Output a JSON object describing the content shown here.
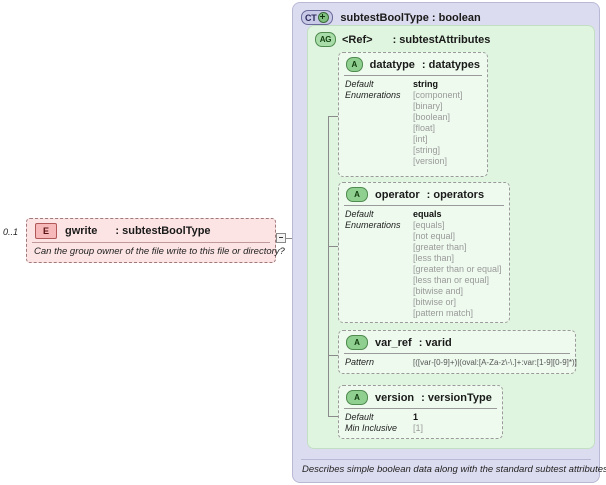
{
  "complex_type": {
    "badge": "CT",
    "badge_icon": "plus-icon",
    "title": "subtestBoolType : boolean",
    "name": "subtestBoolType",
    "base": "boolean",
    "footer_note": "Describes simple boolean data along with the standard subtest attributes."
  },
  "attribute_group": {
    "badge": "AG",
    "ref": "<Ref>",
    "type": ": subtestAttributes"
  },
  "element": {
    "badge": "E",
    "cardinality": "0..1",
    "name": "gwrite",
    "type": ": subtestBoolType",
    "documentation": "Can the group owner of the file write to this file or directory?"
  },
  "attributes": [
    {
      "badge": "A",
      "name": "datatype",
      "type": ": datatypes",
      "facets": [
        {
          "label": "Default",
          "value": "string",
          "kind": "default"
        },
        {
          "label": "Enumerations",
          "value": "[component]",
          "kind": "enum"
        }
      ],
      "enumerations": [
        "[component]",
        "[binary]",
        "[boolean]",
        "[float]",
        "[int]",
        "[string]",
        "[version]"
      ],
      "default": "string"
    },
    {
      "badge": "A",
      "name": "operator",
      "type": ": operators",
      "enumerations": [
        "[equals]",
        "[not equal]",
        "[greater than]",
        "[less than]",
        "[greater than or equal]",
        "[less than or equal]",
        "[bitwise and]",
        "[bitwise or]",
        "[pattern match]"
      ],
      "default": "equals"
    },
    {
      "badge": "A",
      "name": "var_ref",
      "type": ": varid",
      "pattern_label": "Pattern",
      "pattern": "[([var-[0-9]+)|(oval:[A-Za-z\\-\\.]+:var:[1-9][0-9]*)]"
    },
    {
      "badge": "A",
      "name": "version",
      "type": ": versionType",
      "facets": [
        {
          "label": "Default",
          "value": "1"
        },
        {
          "label": "Min Inclusive",
          "value": "[1]"
        }
      ]
    }
  ],
  "labels": {
    "default": "Default",
    "enumerations": "Enumerations",
    "pattern": "Pattern",
    "min_inclusive": "Min Inclusive"
  },
  "colors": {
    "ct_panel": "#dcdcf0",
    "ag_panel": "#dff5df",
    "attr_box": "#eefaee",
    "element_box": "#fde4e4",
    "enum_text": "#9a9a9a",
    "connector": "#8a8a8a"
  }
}
